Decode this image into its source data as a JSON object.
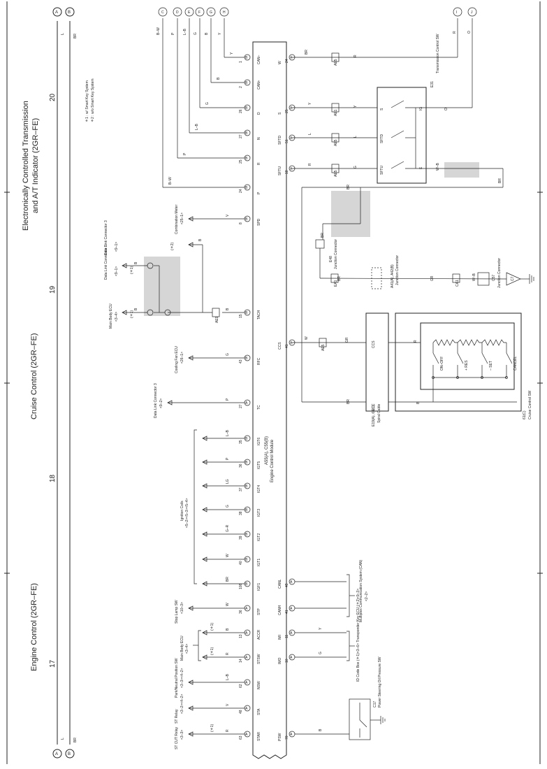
{
  "sections": [
    {
      "title": "Engine Control (2GR–FE)"
    },
    {
      "title": "Cruise Control (2GR–FE)"
    },
    {
      "title": "Electronically Controlled Transmission"
    },
    {
      "title": "and A/T Indicator (2GR–FE)"
    }
  ],
  "page_numbers": [
    "17",
    "18",
    "19",
    "20"
  ],
  "rail": {
    "top_letters": [
      "A",
      "B"
    ],
    "bottom_letters": [
      "A",
      "B"
    ],
    "top_colors": [
      "L",
      "BR"
    ],
    "bottom_colors": [
      "L",
      "BR"
    ]
  },
  "footnotes": [
    "＊1 : w/ Smart Key System",
    "＊2 : w/o Smart Key System"
  ],
  "ecm": {
    "name": "Engine Control Module",
    "code": "A55(A), C55(B)"
  },
  "left_pins": [
    {
      "pin": "1",
      "conn": "B",
      "name": "CAN–",
      "color": "Y",
      "top": "H"
    },
    {
      "pin": "2",
      "conn": "B",
      "name": "CAN+",
      "color": "B",
      "top": "G"
    },
    {
      "pin": "26",
      "conn": "B",
      "name": "D",
      "color": "G",
      "top": "F"
    },
    {
      "pin": "27",
      "conn": "B",
      "name": "N",
      "color": "L–B",
      "top": "E"
    },
    {
      "pin": "25",
      "conn": "B",
      "name": "R",
      "color": "P",
      "top": "D"
    },
    {
      "pin": "24",
      "conn": "B",
      "name": "P",
      "color": "B–W",
      "top": "C"
    },
    {
      "pin": "8",
      "conn": "B",
      "name": "SPD",
      "color": "V",
      "dest": "Combination Meter",
      "ref": "<25–1>"
    },
    {
      "pin": "15",
      "conn": "B",
      "name": "TACH",
      "color": "B"
    },
    {
      "pin": "43",
      "conn": "B",
      "name": "RFC",
      "color": "G",
      "dest": "Cooling Fan ECU",
      "ref": "<26–1>"
    },
    {
      "pin": "27",
      "conn": "A",
      "name": "TC",
      "color": "P",
      "dest": "Data Link Connector 3",
      "ref": "<9–2>"
    },
    {
      "pin": "35",
      "conn": "B",
      "name": "IGT6",
      "color": "L–B"
    },
    {
      "pin": "36",
      "conn": "B",
      "name": "IGT5",
      "color": "P"
    },
    {
      "pin": "37",
      "conn": "B",
      "name": "IGT4",
      "color": "LG"
    },
    {
      "pin": "38",
      "conn": "B",
      "name": "IGT3",
      "color": "G"
    },
    {
      "pin": "39",
      "conn": "B",
      "name": "IGT2",
      "color": "G–R"
    },
    {
      "pin": "40",
      "conn": "B",
      "name": "IGT1",
      "color": "W"
    },
    {
      "pin": "108",
      "conn": "B",
      "name": "IGF1",
      "color": "BR"
    },
    {
      "pin": "36",
      "conn": "A",
      "name": "STP",
      "color": "W",
      "dest": "Stop Lamp SW",
      "ref": "<10–3>"
    },
    {
      "pin": "13",
      "conn": "A",
      "name": "ACCR",
      "color": "B",
      "note": "(＊1)"
    },
    {
      "pin": "14",
      "conn": "A",
      "name": "STSW",
      "color": "R",
      "note": "(＊1)"
    },
    {
      "pin": "62",
      "conn": "A",
      "name": "NSW",
      "color": "L–B",
      "dest": "Park/Neutral Position SW",
      "ref": "<3–3><4–2>"
    },
    {
      "pin": "48",
      "conn": "A",
      "name": "STA",
      "color": "V",
      "dest": "ST Relay",
      "ref": "<3–2><4–2>"
    },
    {
      "pin": "63",
      "conn": "A",
      "name": "STAR",
      "color": "R",
      "note": "(＊1)",
      "dest": "ST CUT Relay",
      "ref": "<3–3>"
    }
  ],
  "right_pins": [
    {
      "pin": "24",
      "conn": "A",
      "name": "W",
      "color": "BR"
    },
    {
      "pin": "25",
      "conn": "A",
      "name": "S",
      "color": "Y"
    },
    {
      "pin": "51",
      "conn": "A",
      "name": "SFTD",
      "color": "L"
    },
    {
      "pin": "18",
      "conn": "A",
      "name": "SFTU",
      "color": "R"
    },
    {
      "pin": "41",
      "conn": "A",
      "name": "CCS",
      "color": "W"
    },
    {
      "pin": "49",
      "conn": "A",
      "name": "CANL"
    },
    {
      "pin": "41",
      "conn": "A",
      "name": "CANH"
    },
    {
      "pin": "11",
      "conn": "A",
      "name": "IMI",
      "color": "Y"
    },
    {
      "pin": "10",
      "conn": "A",
      "name": "IMO",
      "color": "G"
    },
    {
      "pin": "70",
      "conn": "A",
      "name": "PSW",
      "color": "B"
    }
  ],
  "ignition": {
    "label": "Ignition Coils",
    "refs": "<5–2><5–3><5–4>"
  },
  "tach_dest": [
    {
      "name": "Main Body ECU",
      "ref": "<3–4>",
      "note": "(＊1)"
    },
    {
      "name": "Data Link Connector 3",
      "ref": "<9–1>",
      "note": "(＊1)"
    },
    {
      "name": "Data Link Connector 3",
      "ref": "<9–1>",
      "note": "(＊2)"
    }
  ],
  "main_body_ecu": {
    "name": "Main Body ECU",
    "ref": "<3–4>"
  },
  "can": {
    "label": "Multiplex Communication System (CAN)",
    "ref": "<2–2>"
  },
  "transponder": {
    "label": "ID Code Box (＊1)<3–6> Transponder Key ECU (＊2)<9–3>"
  },
  "ps": {
    "code": "C17",
    "name": "Power Steering Oil Pressure SW"
  },
  "trans_sw": {
    "code": "E31",
    "name": "Transmission Control SW",
    "pins": [
      "S",
      "SFTD",
      "SFTU",
      "IG",
      "E"
    ]
  },
  "cruise_sw": {
    "code": "61(C)",
    "name": "Cruise Control SW",
    "contacts": [
      "ON–OFF",
      "+ RES",
      "– SET",
      "CANCEL"
    ],
    "pins": [
      "CCS",
      "ECC"
    ]
  },
  "spiral": {
    "code": "E19(A), 61(C)",
    "name": "Spiral Cable"
  },
  "junction": [
    {
      "code": "E48",
      "name": "Junction Connector"
    },
    {
      "code": "A41(A), A42(B)",
      "name": "Junction Connector"
    },
    {
      "code": "C57",
      "name": "Junction Connector"
    }
  ],
  "ground": "C7",
  "connectors": [
    "AE5",
    "AE1",
    "AE5",
    "AE5",
    "AE5",
    "AE9",
    "AE9",
    "EA1",
    "CA1"
  ]
}
